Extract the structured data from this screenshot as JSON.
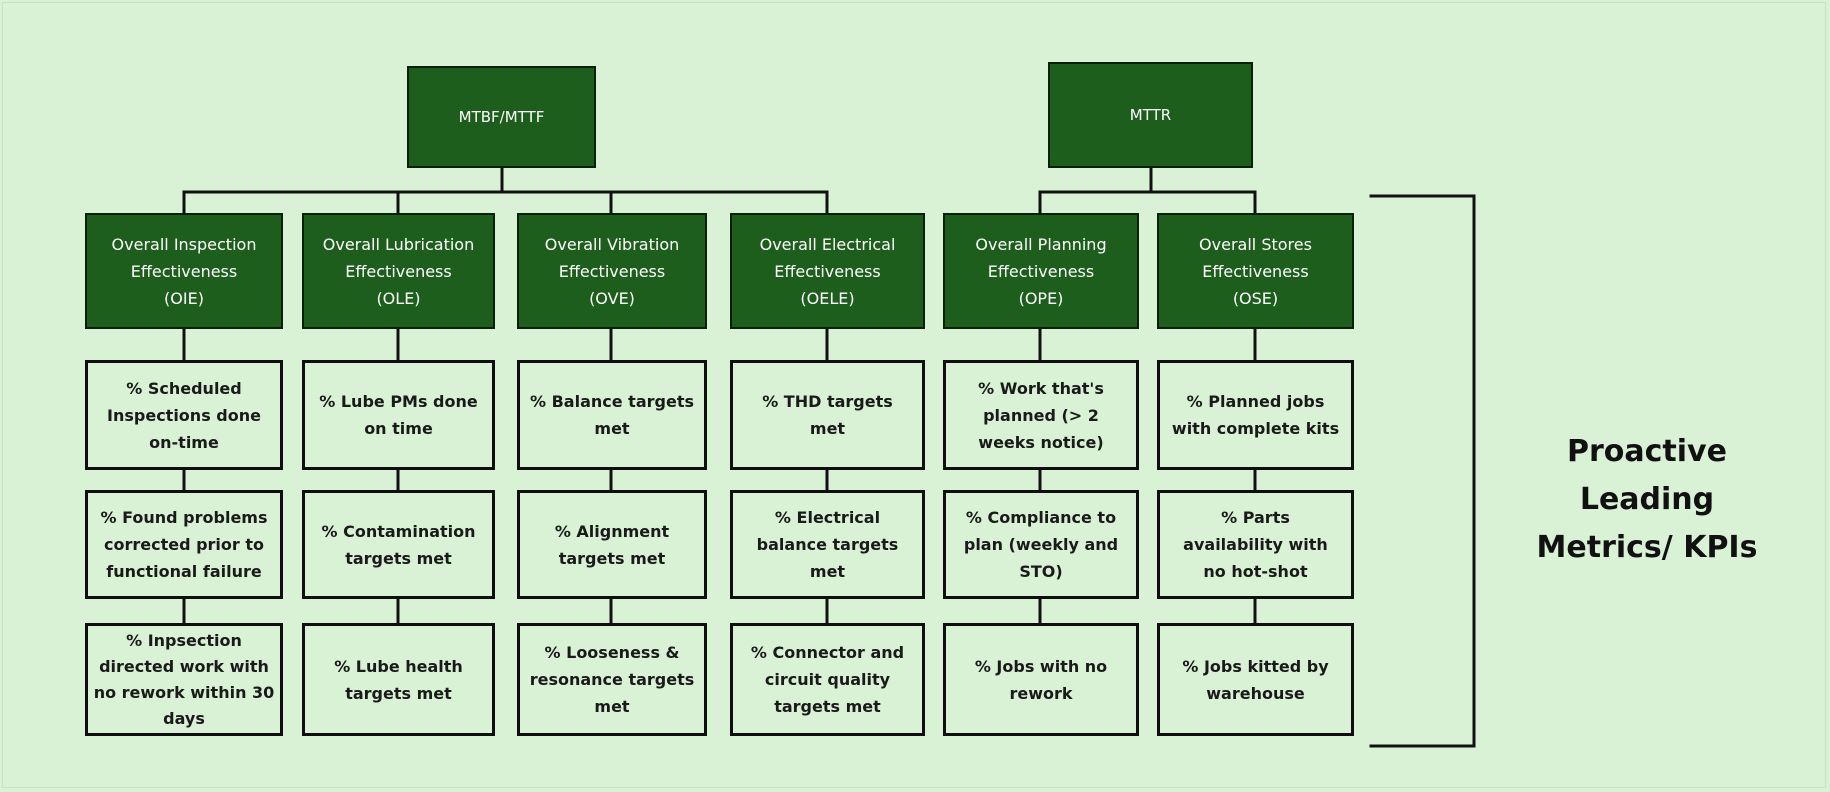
{
  "top_nodes": [
    {
      "label": "MTBF/MTTF"
    },
    {
      "label": "MTTR"
    }
  ],
  "columns": [
    {
      "header": "Overall Inspection\nEffectiveness\n(OIE)",
      "metrics": [
        "% Scheduled\nInspections done\non-time",
        "% Found problems\ncorrected prior to\nfunctional failure",
        "% Inpsection\ndirected work with\nno rework within 30\ndays"
      ]
    },
    {
      "header": "Overall Lubrication\nEffectiveness\n(OLE)",
      "metrics": [
        "% Lube PMs done\non time",
        "% Contamination\ntargets met",
        "% Lube health\ntargets met"
      ]
    },
    {
      "header": "Overall Vibration\nEffectiveness\n(OVE)",
      "metrics": [
        "% Balance targets\nmet",
        "% Alignment\ntargets met",
        "% Looseness &\nresonance targets\nmet"
      ]
    },
    {
      "header": "Overall Electrical\nEffectiveness\n(OELE)",
      "metrics": [
        "% THD targets\nmet",
        "% Electrical\nbalance targets\nmet",
        "% Connector and\ncircuit quality\ntargets met"
      ]
    },
    {
      "header": "Overall Planning\nEffectiveness\n(OPE)",
      "metrics": [
        "% Work that's\nplanned (> 2\nweeks notice)",
        "% Compliance to\nplan (weekly and\nSTO)",
        "% Jobs with no\nrework"
      ]
    },
    {
      "header": "Overall Stores\nEffectiveness\n(OSE)",
      "metrics": [
        "% Planned jobs\nwith complete kits",
        "% Parts\navailability with\nno hot-shot",
        "% Jobs kitted by\nwarehouse"
      ]
    }
  ],
  "side_label": "Proactive\nLeading\nMetrics/ KPIs"
}
